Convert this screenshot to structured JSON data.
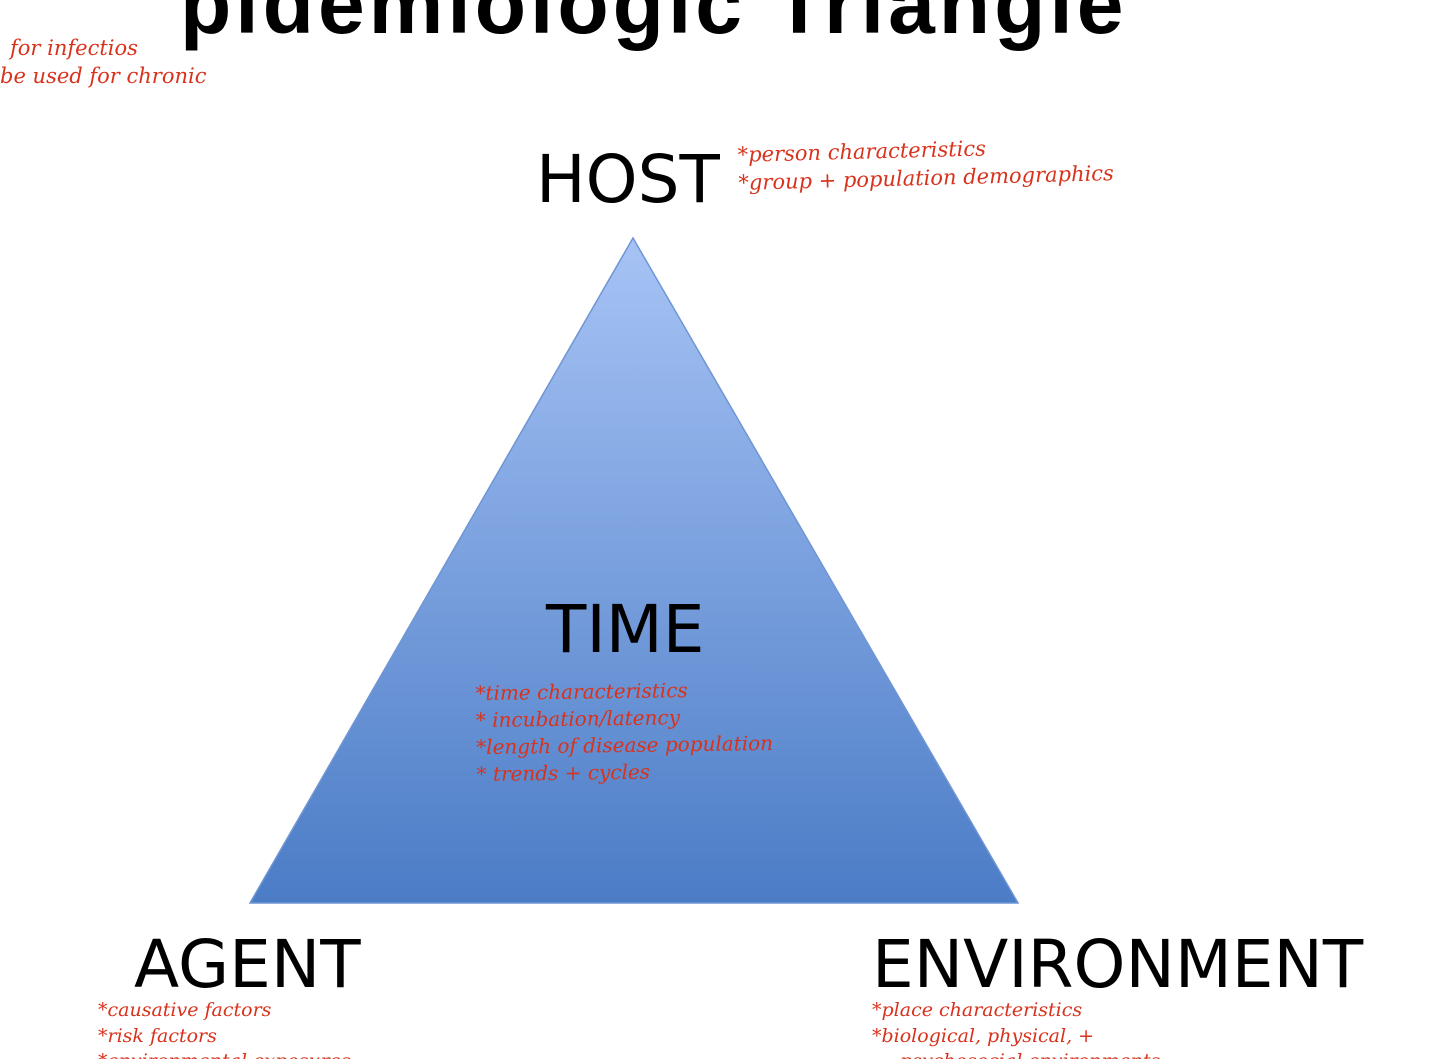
{
  "title_fragment": "pidemiologic Triangle",
  "vertices": {
    "top": "HOST",
    "center": "TIME",
    "bottom_left": "AGENT",
    "bottom_right": "ENVIRONMENT"
  },
  "notes": {
    "top_left": [
      "for infectios",
      "be used for chronic"
    ],
    "host": [
      "*person characteristics",
      "*group + population demographics"
    ],
    "time": [
      "*time characteristics",
      "* incubation/latency",
      "*length of disease population",
      "* trends + cycles"
    ],
    "agent": [
      "*causative factors",
      "*risk factors",
      "*environmental exposures"
    ],
    "environment": [
      "*place characteristics",
      "*biological, physical, +",
      "psychosocial environments"
    ]
  },
  "colors": {
    "triangle_top": "#a7c3f5",
    "triangle_bottom": "#4b7cc6",
    "note_ink": "#d8321c",
    "label_ink": "#000000"
  }
}
